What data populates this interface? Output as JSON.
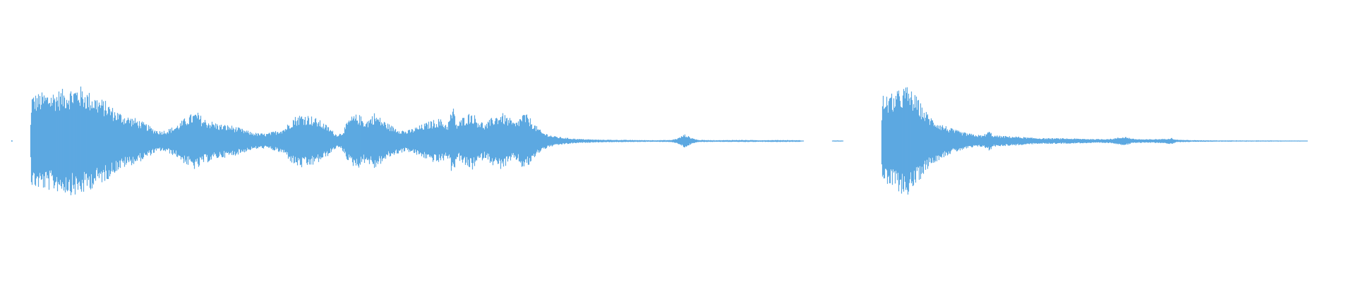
{
  "waveform": {
    "color": "#5DA9E1",
    "background": "#FFFFFF",
    "duration_fraction_reference": 1.0,
    "segments": [
      {
        "name": "blip-1",
        "start": 0.008,
        "end": 0.009,
        "peak": 0.02
      },
      {
        "name": "main-phrase",
        "start": 0.023,
        "end": 0.395,
        "peak": 0.98
      },
      {
        "name": "quiet-tail-1",
        "start": 0.395,
        "end": 0.593,
        "peak": 0.12
      },
      {
        "name": "blip-2",
        "start": 0.614,
        "end": 0.622,
        "peak": 0.01
      },
      {
        "name": "second-hit",
        "start": 0.65,
        "end": 0.965,
        "peak": 0.98
      }
    ],
    "envelope": [
      [
        0.0,
        0.0
      ],
      [
        0.008,
        0.0
      ],
      [
        0.0085,
        0.02
      ],
      [
        0.009,
        0.0
      ],
      [
        0.022,
        0.0
      ],
      [
        0.023,
        0.82
      ],
      [
        0.03,
        0.85
      ],
      [
        0.04,
        0.88
      ],
      [
        0.05,
        0.93
      ],
      [
        0.058,
        0.98
      ],
      [
        0.063,
        0.9
      ],
      [
        0.07,
        0.8
      ],
      [
        0.078,
        0.7
      ],
      [
        0.085,
        0.55
      ],
      [
        0.093,
        0.45
      ],
      [
        0.1,
        0.4
      ],
      [
        0.108,
        0.3
      ],
      [
        0.113,
        0.22
      ],
      [
        0.118,
        0.18
      ],
      [
        0.123,
        0.2
      ],
      [
        0.13,
        0.28
      ],
      [
        0.138,
        0.44
      ],
      [
        0.145,
        0.52
      ],
      [
        0.15,
        0.4
      ],
      [
        0.156,
        0.35
      ],
      [
        0.162,
        0.3
      ],
      [
        0.17,
        0.28
      ],
      [
        0.178,
        0.22
      ],
      [
        0.185,
        0.16
      ],
      [
        0.19,
        0.14
      ],
      [
        0.196,
        0.13
      ],
      [
        0.203,
        0.18
      ],
      [
        0.21,
        0.24
      ],
      [
        0.216,
        0.42
      ],
      [
        0.222,
        0.48
      ],
      [
        0.228,
        0.46
      ],
      [
        0.235,
        0.38
      ],
      [
        0.242,
        0.26
      ],
      [
        0.248,
        0.12
      ],
      [
        0.252,
        0.15
      ],
      [
        0.258,
        0.42
      ],
      [
        0.264,
        0.48
      ],
      [
        0.27,
        0.36
      ],
      [
        0.276,
        0.5
      ],
      [
        0.282,
        0.38
      ],
      [
        0.288,
        0.28
      ],
      [
        0.294,
        0.22
      ],
      [
        0.3,
        0.18
      ],
      [
        0.306,
        0.24
      ],
      [
        0.312,
        0.3
      ],
      [
        0.318,
        0.36
      ],
      [
        0.324,
        0.4
      ],
      [
        0.33,
        0.3
      ],
      [
        0.334,
        0.62
      ],
      [
        0.337,
        0.3
      ],
      [
        0.342,
        0.44
      ],
      [
        0.348,
        0.52
      ],
      [
        0.352,
        0.4
      ],
      [
        0.358,
        0.3
      ],
      [
        0.364,
        0.44
      ],
      [
        0.37,
        0.5
      ],
      [
        0.376,
        0.4
      ],
      [
        0.38,
        0.32
      ],
      [
        0.386,
        0.5
      ],
      [
        0.39,
        0.44
      ],
      [
        0.395,
        0.28
      ],
      [
        0.4,
        0.16
      ],
      [
        0.408,
        0.09
      ],
      [
        0.416,
        0.06
      ],
      [
        0.425,
        0.04
      ],
      [
        0.44,
        0.025
      ],
      [
        0.46,
        0.02
      ],
      [
        0.48,
        0.015
      ],
      [
        0.495,
        0.018
      ],
      [
        0.5,
        0.05
      ],
      [
        0.505,
        0.12
      ],
      [
        0.51,
        0.06
      ],
      [
        0.515,
        0.02
      ],
      [
        0.53,
        0.015
      ],
      [
        0.545,
        0.02
      ],
      [
        0.56,
        0.015
      ],
      [
        0.575,
        0.018
      ],
      [
        0.59,
        0.015
      ],
      [
        0.593,
        0.0
      ],
      [
        0.614,
        0.0
      ],
      [
        0.615,
        0.01
      ],
      [
        0.621,
        0.01
      ],
      [
        0.622,
        0.0
      ],
      [
        0.65,
        0.0
      ],
      [
        0.651,
        0.82
      ],
      [
        0.655,
        0.8
      ],
      [
        0.66,
        0.85
      ],
      [
        0.665,
        0.92
      ],
      [
        0.668,
        0.98
      ],
      [
        0.672,
        0.9
      ],
      [
        0.677,
        0.75
      ],
      [
        0.682,
        0.55
      ],
      [
        0.688,
        0.4
      ],
      [
        0.695,
        0.3
      ],
      [
        0.702,
        0.22
      ],
      [
        0.71,
        0.16
      ],
      [
        0.718,
        0.12
      ],
      [
        0.725,
        0.1
      ],
      [
        0.73,
        0.18
      ],
      [
        0.733,
        0.1
      ],
      [
        0.74,
        0.09
      ],
      [
        0.75,
        0.08
      ],
      [
        0.76,
        0.06
      ],
      [
        0.77,
        0.05
      ],
      [
        0.78,
        0.05
      ],
      [
        0.79,
        0.045
      ],
      [
        0.8,
        0.04
      ],
      [
        0.81,
        0.035
      ],
      [
        0.82,
        0.04
      ],
      [
        0.83,
        0.08
      ],
      [
        0.836,
        0.04
      ],
      [
        0.845,
        0.03
      ],
      [
        0.86,
        0.04
      ],
      [
        0.864,
        0.06
      ],
      [
        0.868,
        0.025
      ],
      [
        0.88,
        0.015
      ],
      [
        0.9,
        0.012
      ],
      [
        0.92,
        0.01
      ],
      [
        0.94,
        0.01
      ],
      [
        0.96,
        0.008
      ],
      [
        0.965,
        0.0
      ],
      [
        1.0,
        0.0
      ]
    ]
  }
}
